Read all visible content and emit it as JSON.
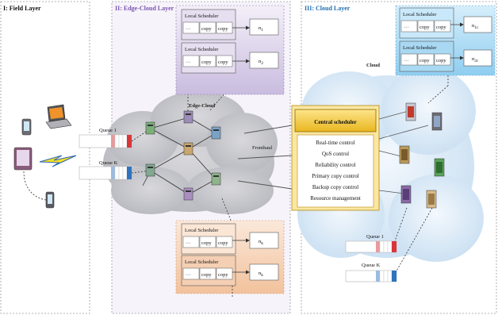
{
  "layers": {
    "field": "I: Field Layer",
    "edge": "II: Edge-Cloud Layer",
    "cloud": "III: Cloud Layer"
  },
  "labels": {
    "edge_cloud": "Edge-Cloud",
    "cloud": "Cloud",
    "fronthaul": "Fronthaul",
    "queue_1": "Queue 1",
    "queue_k": "Queue K"
  },
  "scheduler": {
    "title": "Local Scheduler",
    "dots": "···",
    "copy": "copy"
  },
  "node_labels": {
    "edge_top_1": {
      "base": "n",
      "sub": "1"
    },
    "edge_top_2": {
      "base": "n",
      "sub": "2"
    },
    "edge_bot_1": {
      "base": "n",
      "sub": "k"
    },
    "edge_bot_2": {
      "base": "n",
      "sub": "k"
    },
    "cloud_1": {
      "base": "n",
      "sub": "1c"
    },
    "cloud_2": {
      "base": "n",
      "sub": "2c"
    }
  },
  "central": {
    "title": "Central scheduler",
    "functions": [
      "Real-time control",
      "QoS  control",
      "Reliability control",
      "Primary copy control",
      "Backup copy control",
      "Resource management"
    ]
  },
  "colors": {
    "edge_panel": "#ece6f3",
    "edge_sched_top": "#cbbfe0",
    "edge_sched_bottom": "#f4cfb3",
    "cloud_panel": "#dcedf7",
    "cloud_sched": "#a9d8f2",
    "central_gold": "#f6cd3c",
    "queue_red": "#d9363a",
    "queue_blue": "#2f74bf"
  }
}
